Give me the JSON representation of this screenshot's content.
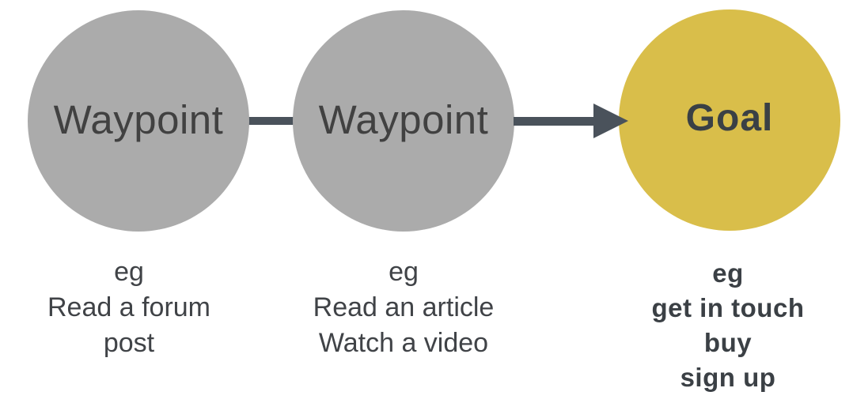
{
  "diagram": {
    "title": "journey-to-goal-diagram",
    "background_color": "#ffffff",
    "connector_color": "#4a525b",
    "nodes": [
      {
        "id": "waypoint-1",
        "type": "waypoint",
        "label": "Waypoint",
        "fill": "#ababab",
        "label_color": "#414141",
        "caption_lines": [
          "eg",
          "Read a forum",
          "post"
        ]
      },
      {
        "id": "waypoint-2",
        "type": "waypoint",
        "label": "Waypoint",
        "fill": "#ababab",
        "label_color": "#414141",
        "caption_lines": [
          "eg",
          "Read an article",
          "Watch a video"
        ]
      },
      {
        "id": "goal",
        "type": "goal",
        "label": "Goal",
        "fill": "#d9be4a",
        "label_color": "#3a4045",
        "caption_lines": [
          "eg",
          "get in touch",
          "buy",
          "sign up"
        ]
      }
    ],
    "connectors": [
      {
        "from": "waypoint-1",
        "to": "waypoint-2",
        "style": "line",
        "color": "#4a525b"
      },
      {
        "from": "waypoint-2",
        "to": "goal",
        "style": "arrow",
        "color": "#4a525b"
      }
    ]
  }
}
